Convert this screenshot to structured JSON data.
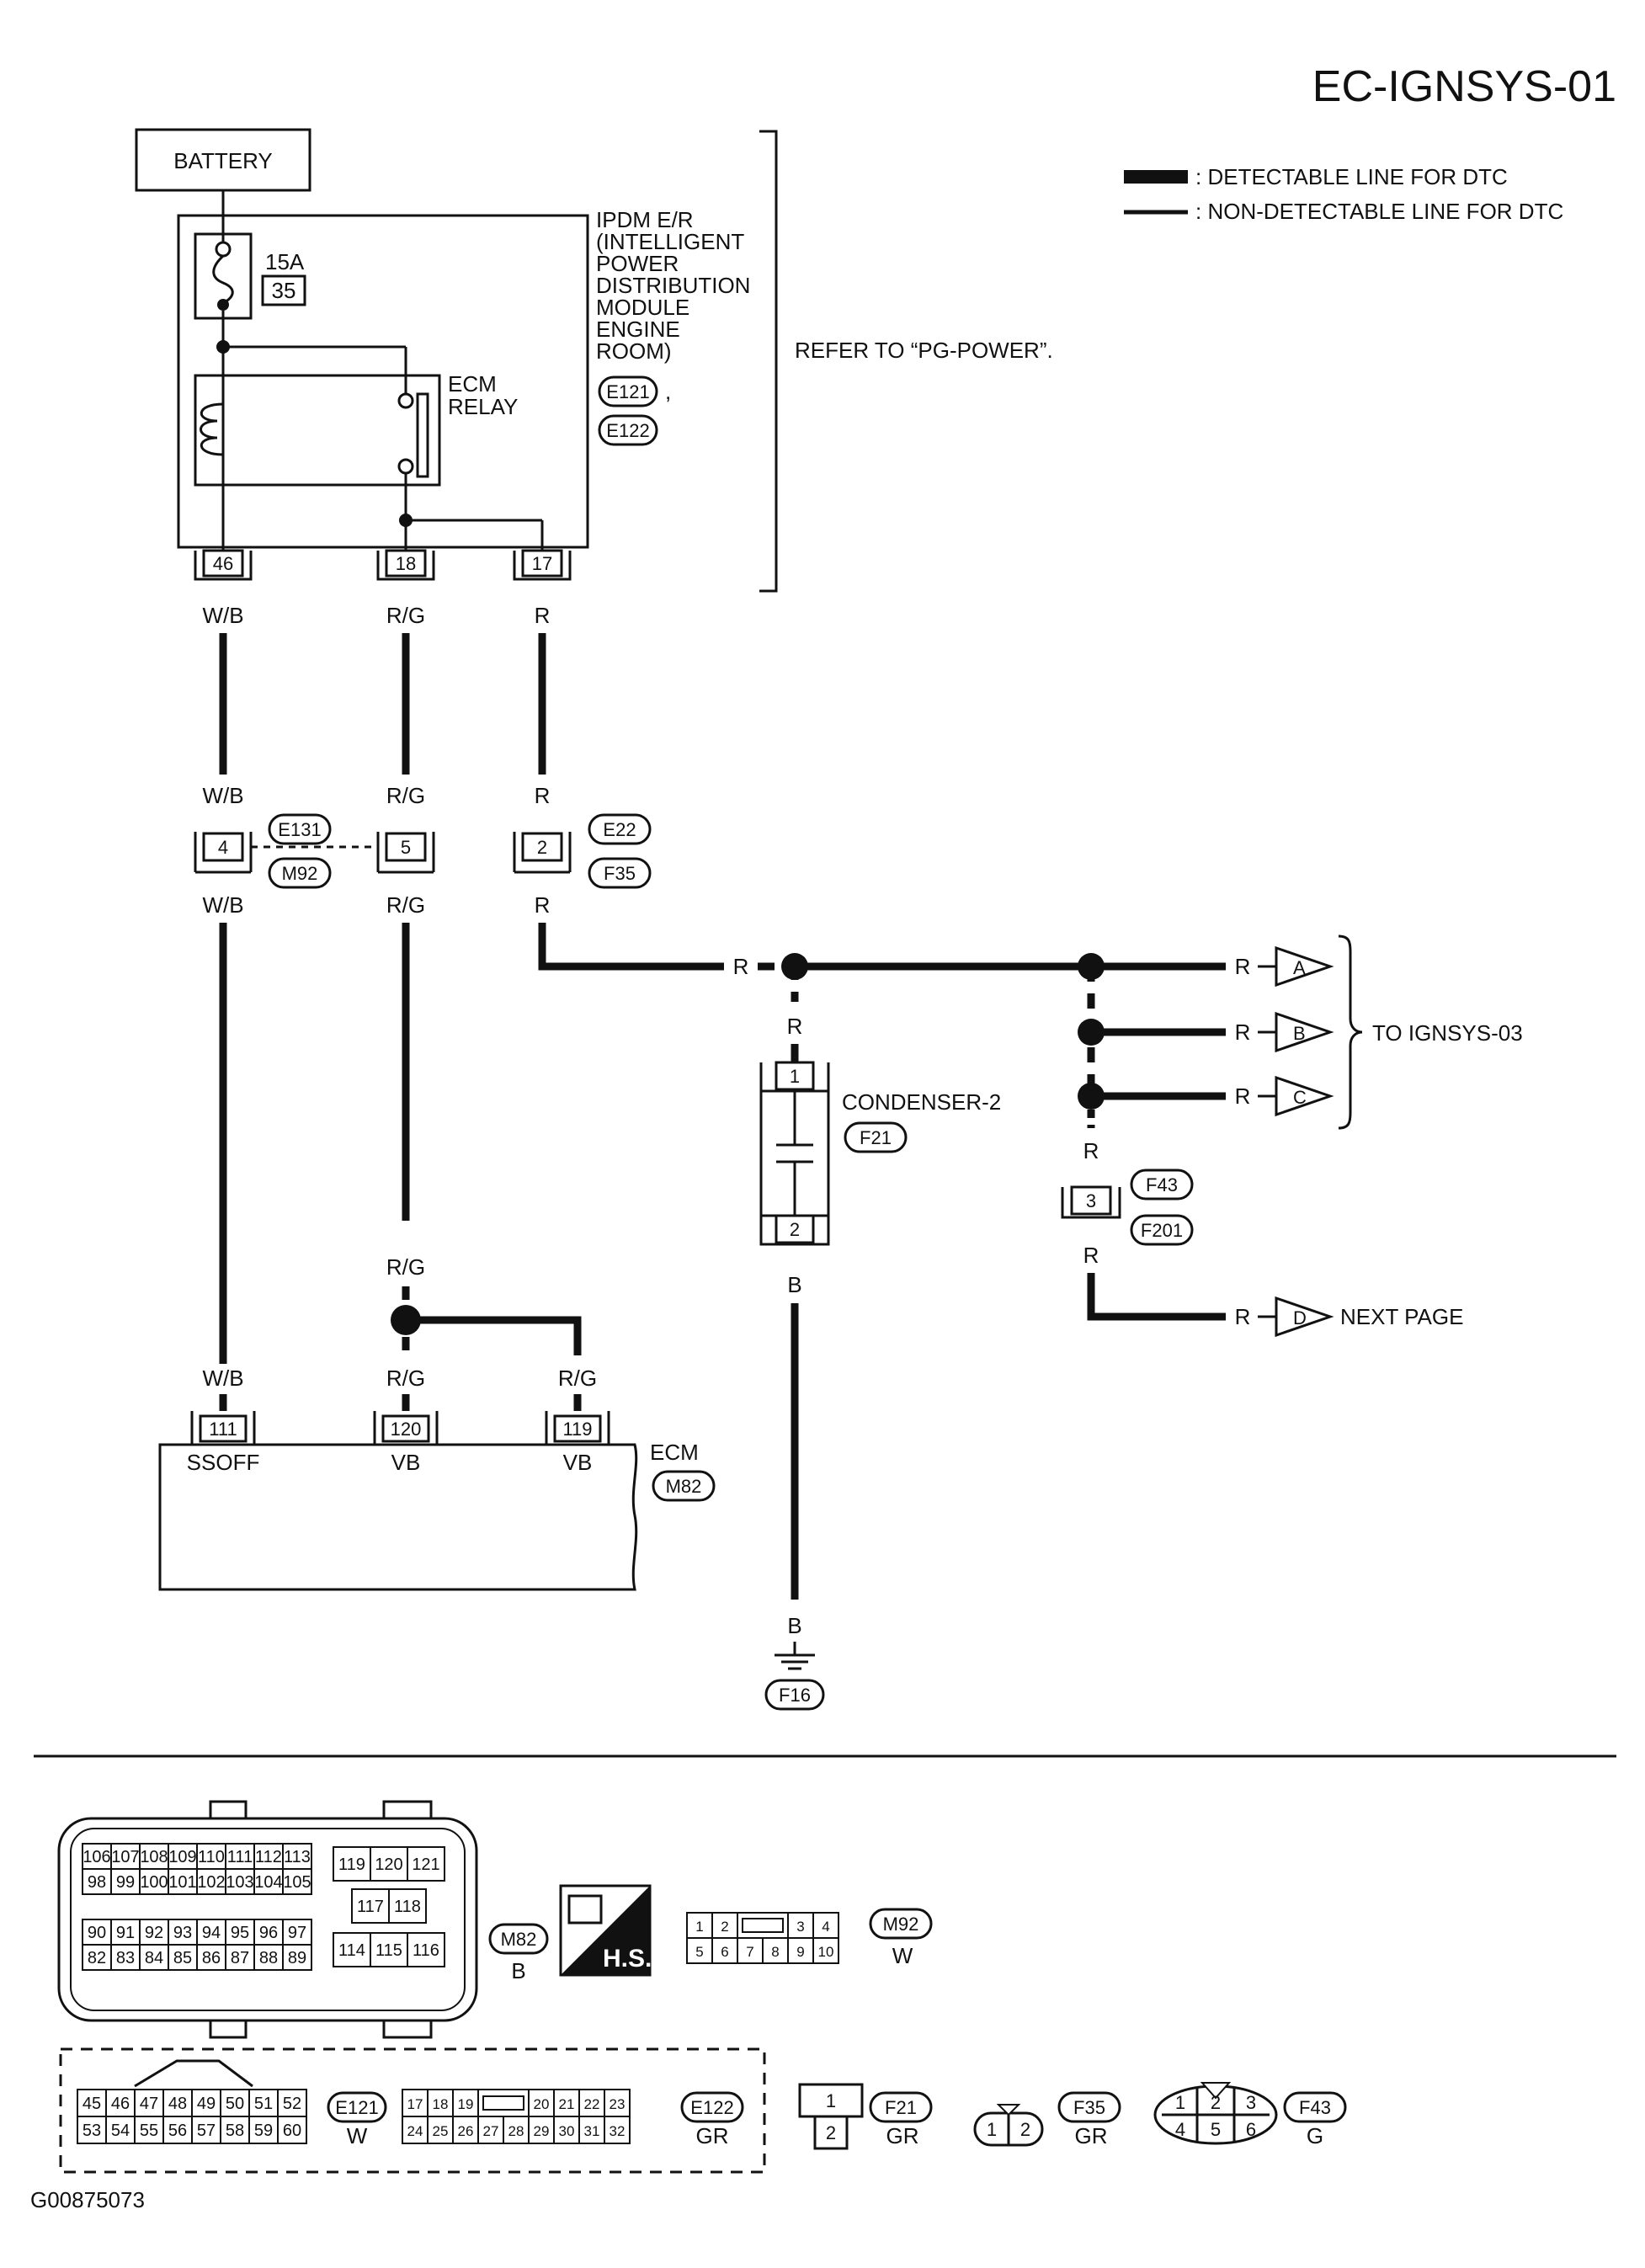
{
  "page": {
    "title": "EC-IGNSYS-01",
    "figure_id": "G00875073"
  },
  "legend": {
    "detectable": ": DETECTABLE LINE FOR DTC",
    "non_detectable": ": NON-DETECTABLE LINE FOR DTC"
  },
  "ipdm": {
    "lines": [
      "IPDM E/R",
      "(INTELLIGENT",
      "POWER",
      "DISTRIBUTION",
      "MODULE",
      "ENGINE",
      "ROOM)"
    ],
    "connector_1": "E121",
    "comma": ",",
    "connector_2": "E122",
    "refer": "REFER TO “PG-POWER”.",
    "fuse_amp": "15A",
    "fuse_no": "35",
    "relay_line1": "ECM",
    "relay_line2": "RELAY",
    "pins": [
      "46",
      "18",
      "17"
    ]
  },
  "battery": "BATTERY",
  "wire_colors": {
    "wb": "W/B",
    "rg": "R/G",
    "r": "R",
    "b": "B"
  },
  "joint": {
    "pins": [
      "4",
      "5",
      "2"
    ],
    "conn_a_top": "E131",
    "conn_a_bottom": "M92",
    "conn_b_top": "E22",
    "conn_b_bottom": "F35"
  },
  "condenser": {
    "name": "CONDENSER-2",
    "connector": "F21",
    "pin_top": "1",
    "pin_bottom": "2"
  },
  "outputs": {
    "a": "A",
    "b": "B",
    "c": "C",
    "d": "D",
    "to_label": "TO IGNSYS-03",
    "next_label": "NEXT PAGE"
  },
  "f43": {
    "top": "F43",
    "bottom": "F201",
    "pin": "3"
  },
  "ecm": {
    "name": "ECM",
    "connector": "M82",
    "pins": [
      "111",
      "120",
      "119"
    ],
    "pin_labels": [
      "SSOFF",
      "VB",
      "VB"
    ]
  },
  "ground": "F16",
  "connector_views": {
    "m82": {
      "row1": [
        "106",
        "107",
        "108",
        "109",
        "110",
        "111",
        "112",
        "113"
      ],
      "row2": [
        "98",
        "99",
        "100",
        "101",
        "102",
        "103",
        "104",
        "105"
      ],
      "row3": [
        "90",
        "91",
        "92",
        "93",
        "94",
        "95",
        "96",
        "97"
      ],
      "row4": [
        "82",
        "83",
        "84",
        "85",
        "86",
        "87",
        "88",
        "89"
      ],
      "mid_top": [
        "119",
        "120",
        "121"
      ],
      "mid_mid": [
        "117",
        "118"
      ],
      "mid_bot": [
        "114",
        "115",
        "116"
      ],
      "name": "M82",
      "color": "B"
    },
    "hs_badge": "H.S.",
    "m92": {
      "top": [
        "1",
        "2",
        "",
        "3",
        "4"
      ],
      "bottom": [
        "5",
        "6",
        "7",
        "8",
        "9",
        "10"
      ],
      "name": "M92",
      "color": "W"
    },
    "e121": {
      "top": [
        "45",
        "46",
        "47",
        "48",
        "49",
        "50",
        "51",
        "52"
      ],
      "bottom": [
        "53",
        "54",
        "55",
        "56",
        "57",
        "58",
        "59",
        "60"
      ],
      "name": "E121",
      "color": "W"
    },
    "e122": {
      "top": [
        "17",
        "18",
        "19",
        "",
        "20",
        "21",
        "22",
        "23"
      ],
      "bottom": [
        "24",
        "25",
        "26",
        "27",
        "28",
        "29",
        "30",
        "31",
        "32"
      ],
      "name": "E122",
      "color": "GR"
    },
    "f21": {
      "pins": [
        "1",
        "2"
      ],
      "name": "F21",
      "color": "GR"
    },
    "f35": {
      "pins": [
        "1",
        "2"
      ],
      "name": "F35",
      "color": "GR"
    },
    "f43": {
      "top": [
        "1",
        "2",
        "3"
      ],
      "bottom": [
        "4",
        "5",
        "6"
      ],
      "name": "F43",
      "color": "G"
    }
  }
}
